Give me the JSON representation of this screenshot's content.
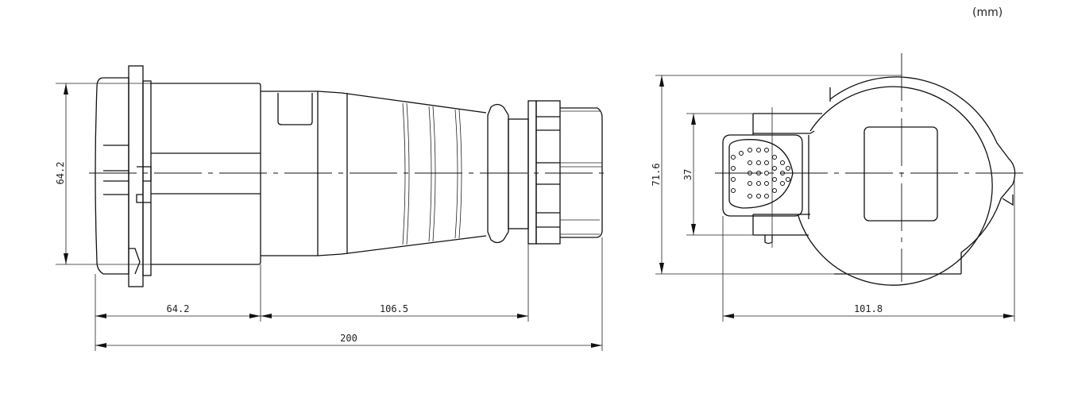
{
  "unit_label": "(mm)",
  "side_view": {
    "dimensions": {
      "height": "64.2",
      "head_length": "64.2",
      "body_length": "106.5",
      "total_length": "200"
    }
  },
  "front_view": {
    "dimensions": {
      "height": "71.6",
      "socket_height": "37",
      "width": "101.8"
    }
  }
}
